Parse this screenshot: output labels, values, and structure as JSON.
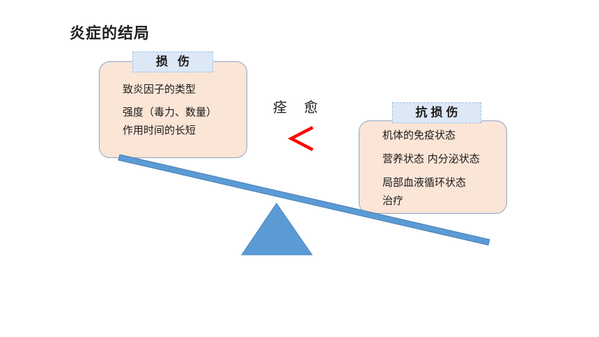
{
  "title": "炎症的结局",
  "center_label": "痊 愈",
  "compare_symbol": "<",
  "left_box": {
    "tag": "损伤",
    "items": [
      "致炎因子的类型",
      "强度（毒力、数量）",
      "作用时间的长短"
    ]
  },
  "right_box": {
    "tag": "抗损伤",
    "items": [
      "机体的免疫状态",
      "营养状态 内分泌状态",
      "局部血液循环状态",
      "治疗"
    ]
  },
  "colors": {
    "box_fill": "#fbe5d6",
    "box_border": "#8ea4c8",
    "tag_fill": "#dce8f5",
    "beam": "#5b9bd5",
    "fulcrum": "#5b9bd5",
    "symbol": "#ff0000"
  }
}
